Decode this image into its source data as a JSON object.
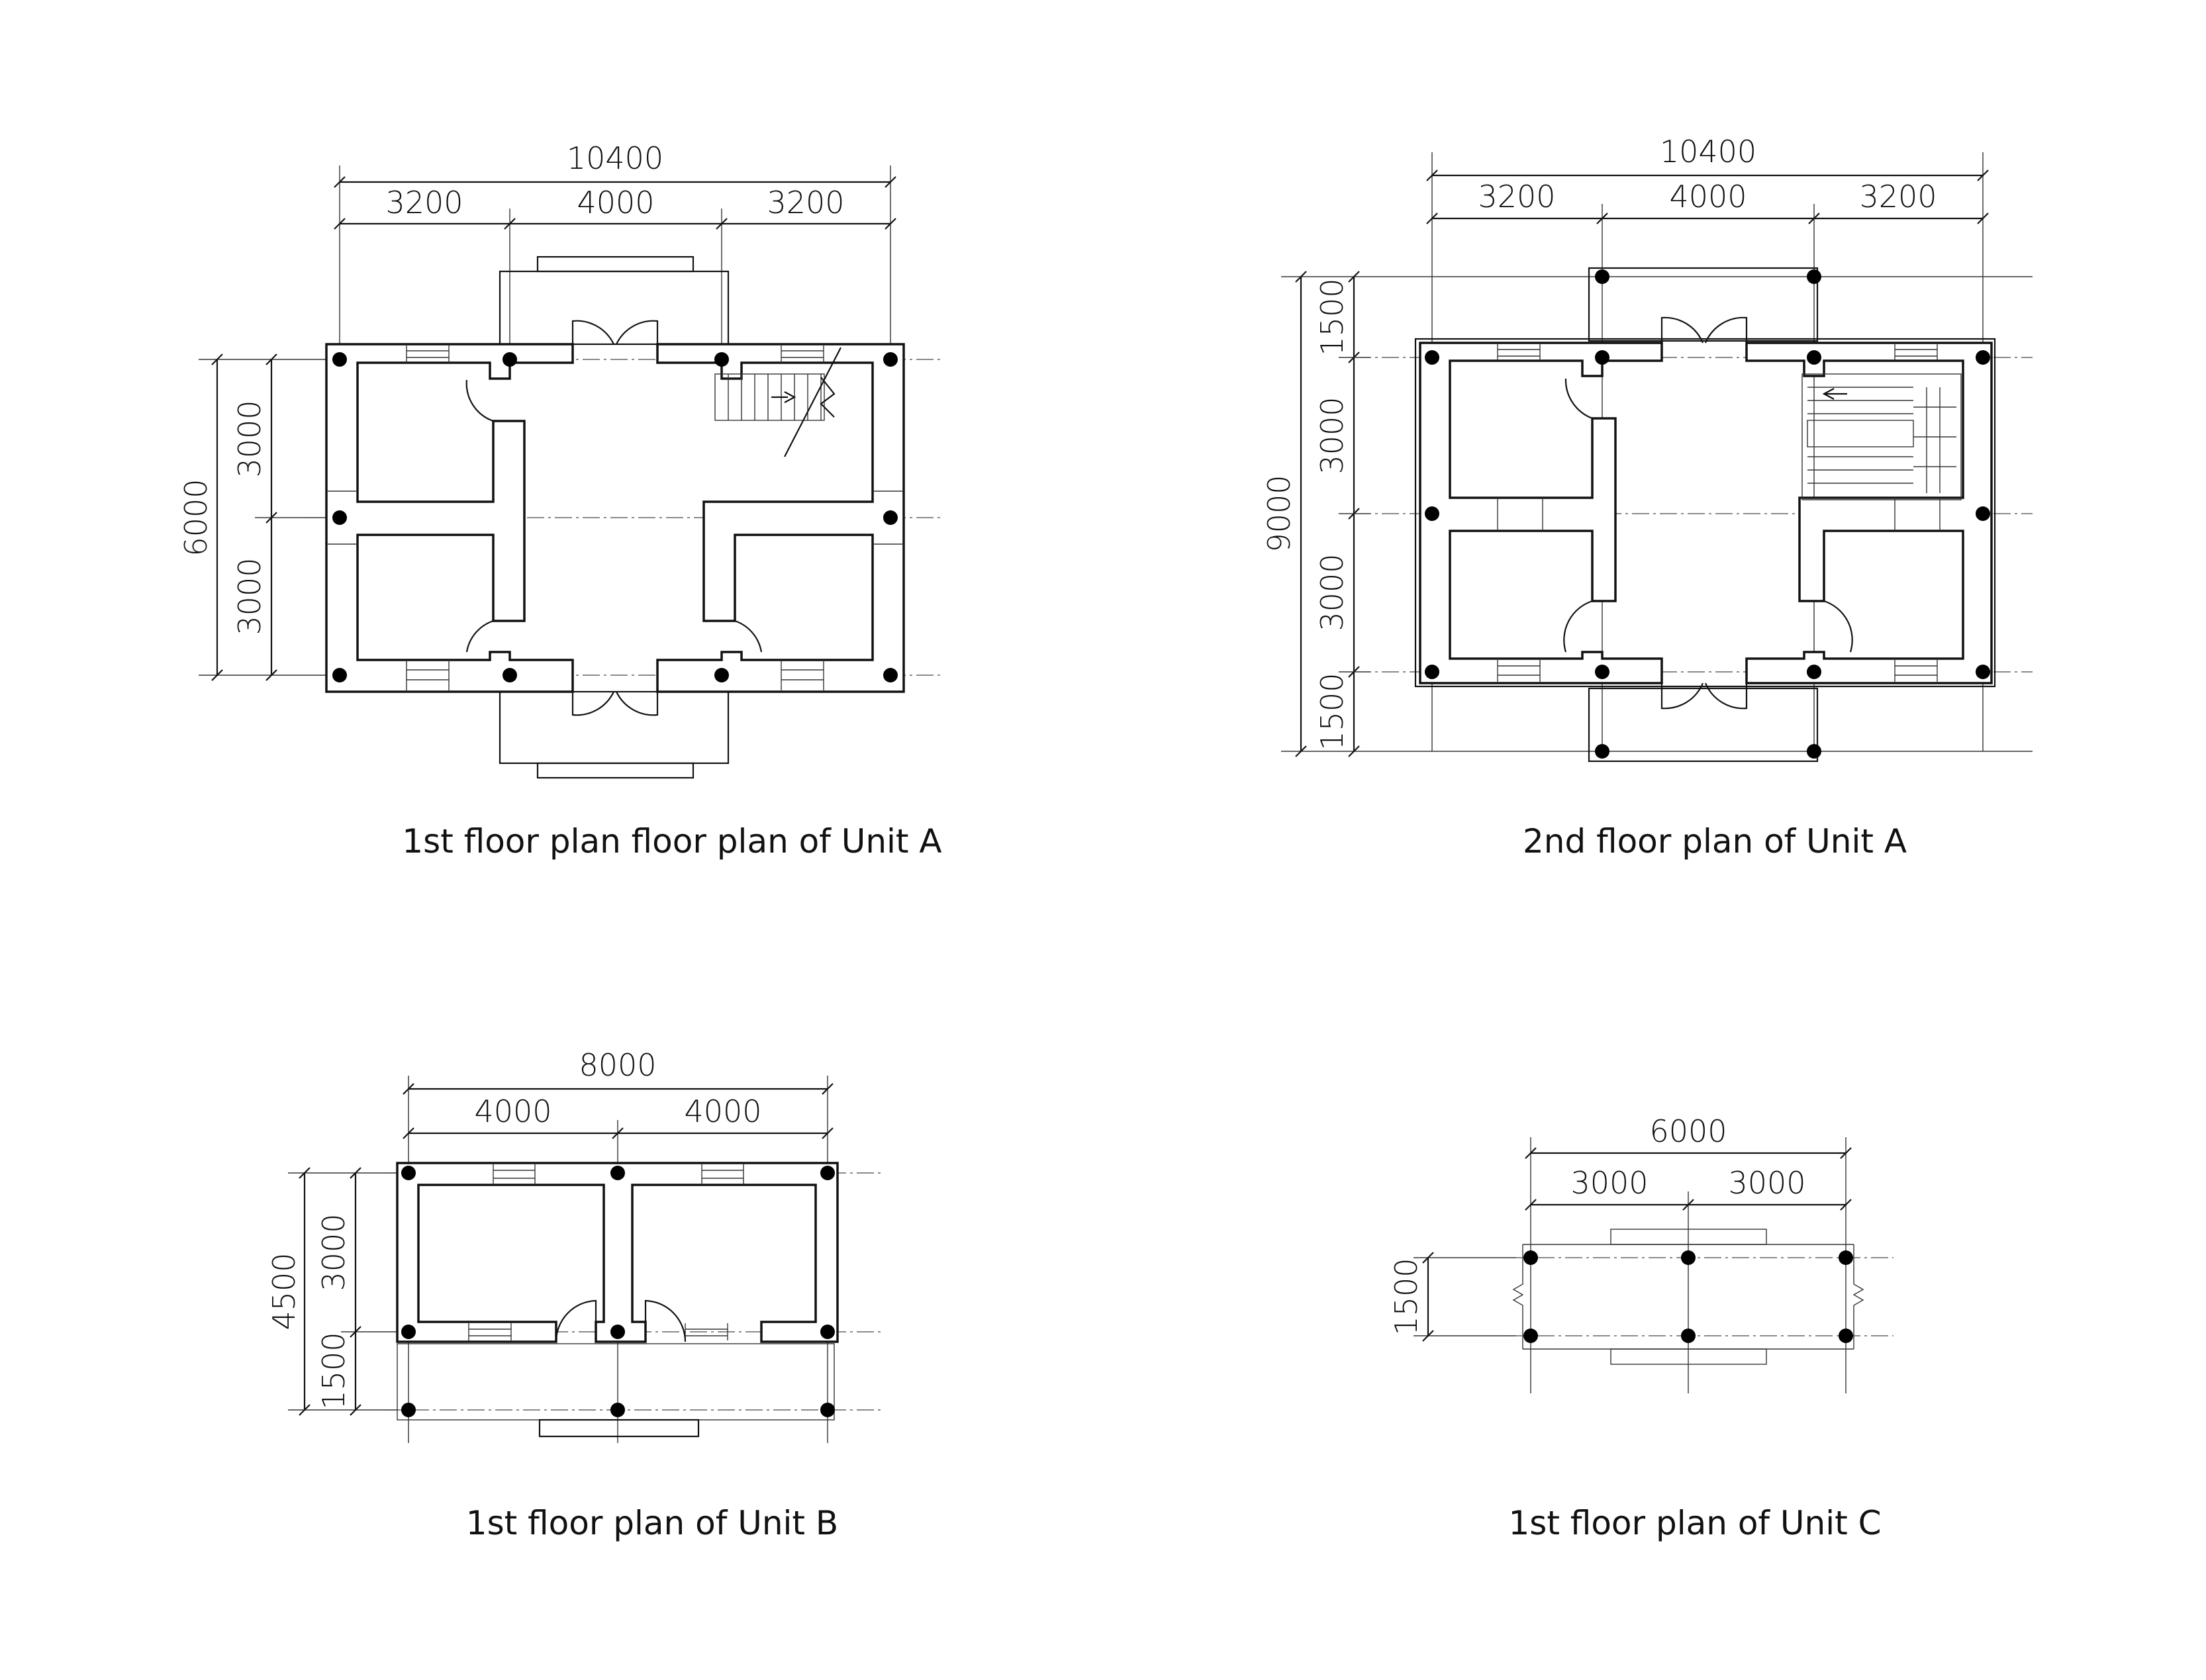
{
  "plans": {
    "unit_a_1f": {
      "caption": "1st floor plan floor plan of Unit A",
      "total_width": "10400",
      "bays": [
        "3200",
        "4000",
        "3200"
      ],
      "total_depth": "6000",
      "depths": [
        "3000",
        "3000"
      ]
    },
    "unit_a_2f": {
      "caption": "2nd floor plan of Unit A",
      "total_width": "10400",
      "bays": [
        "3200",
        "4000",
        "3200"
      ],
      "total_depth": "9000",
      "depths": [
        "1500",
        "3000",
        "3000",
        "1500"
      ]
    },
    "unit_b_1f": {
      "caption": "1st floor plan of Unit B",
      "total_width": "8000",
      "bays": [
        "4000",
        "4000"
      ],
      "total_depth": "4500",
      "depths": [
        "3000",
        "1500"
      ]
    },
    "unit_c_1f": {
      "caption": "1st floor plan of Unit C",
      "total_width": "6000",
      "bays": [
        "3000",
        "3000"
      ],
      "depths": [
        "1500"
      ]
    }
  }
}
